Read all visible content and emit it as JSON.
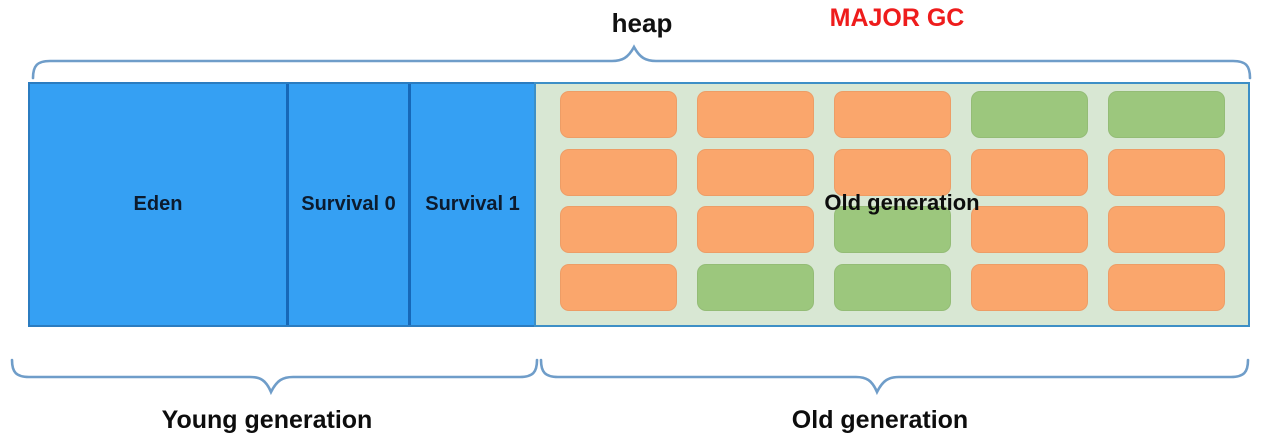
{
  "diagram": {
    "top": {
      "heap_label": "heap",
      "major_gc_label": "MAJOR GC"
    },
    "young_generation": {
      "sections": [
        {
          "label": "Eden"
        },
        {
          "label": "Survival 0"
        },
        {
          "label": "Survival 1"
        }
      ]
    },
    "old_generation": {
      "overlay_label": "Old generation",
      "grid": {
        "rows": 4,
        "cols": 5,
        "pattern": [
          [
            "orange",
            "orange",
            "orange",
            "green",
            "green"
          ],
          [
            "orange",
            "orange",
            "orange",
            "orange",
            "orange"
          ],
          [
            "orange",
            "orange",
            "green",
            "orange",
            "orange"
          ],
          [
            "orange",
            "green",
            "green",
            "orange",
            "orange"
          ]
        ]
      }
    },
    "bottom": {
      "young_label": "Young generation",
      "old_label": "Old generation"
    },
    "colors": {
      "young_fill": "#35a0f3",
      "young_border": "#2b7cc0",
      "divider": "#1668b8",
      "old_background": "#d8e7d3",
      "old_border": "#3d8fc6",
      "block_orange": "#faa66c",
      "block_green": "#9cc77d",
      "major_gc_red": "#ee1c1c",
      "brace_blue": "#6f9dc9",
      "label_text": "#111111"
    }
  }
}
